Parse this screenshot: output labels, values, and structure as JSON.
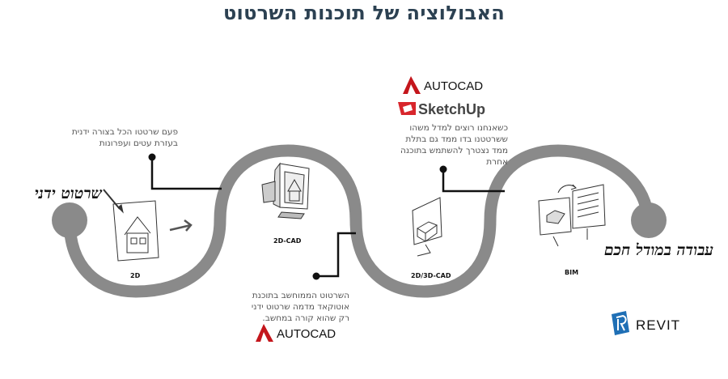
{
  "title": "האבולוציה של תוכנות השרטוט",
  "labels": {
    "manual": "שרטוט ידני",
    "smart": "עבודה במודל חכם"
  },
  "stages": {
    "s1": "2D",
    "s2": "2D-CAD",
    "s3": "2D/3D-CAD",
    "s4": "BIM"
  },
  "notes": {
    "n1": [
      "פעם שרטטו הכל בצורה ידנית",
      "בעזרת עטים ועפרונות"
    ],
    "n2": [
      "השרטוט הממוחשב בתוכנת",
      "אוטוקאד מדמה שרטוט ידני",
      "רק שהוא קורה במחשב."
    ],
    "n3": [
      "כשאנחנו רוצים למדל משהו",
      "ששרטטנו בדו ממד גם בתלת",
      "ממד נצטרך להשתמש בתוכנה",
      "אחרת"
    ]
  },
  "brands": {
    "autocad_top": "AUTOCAD",
    "sketchup": "SketchUp",
    "autocad_bottom": "AUTOCAD",
    "revit": "REVIT"
  },
  "colors": {
    "track": "#8a8a8a",
    "title": "#2c4152",
    "autocad_red": "#c4161c",
    "sketchup_red": "#d8262c",
    "revit_blue": "#1f6fb5"
  }
}
